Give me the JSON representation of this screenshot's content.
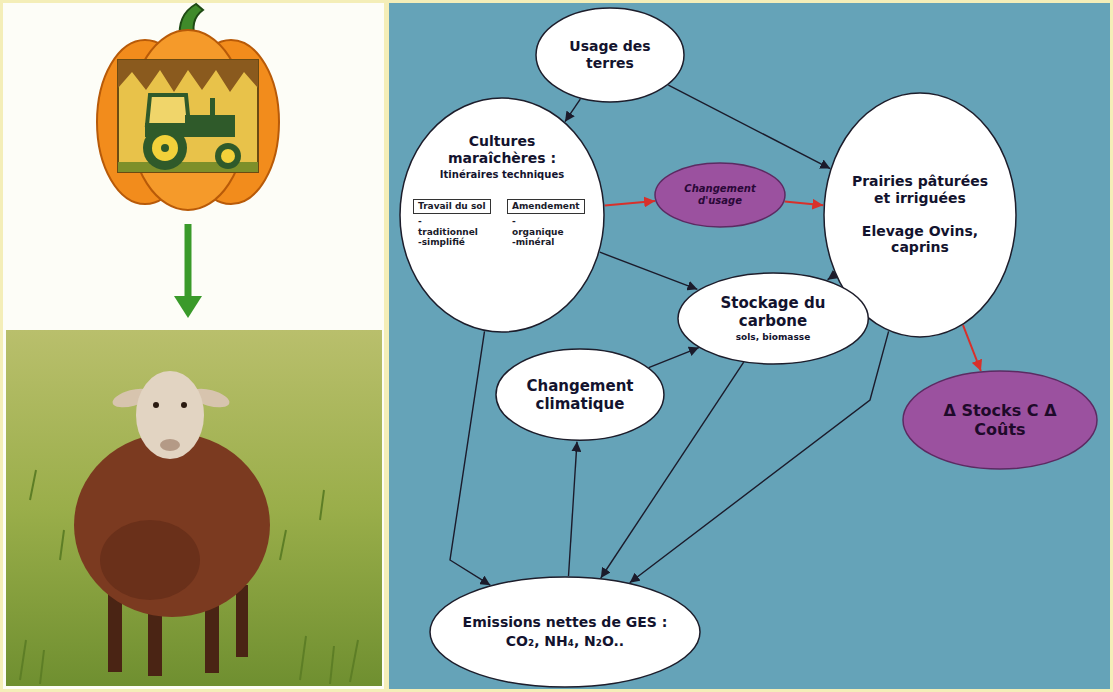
{
  "diagram": {
    "nodes": [
      {
        "text": [
          "Usage des terres"
        ]
      },
      {
        "text": [
          "Cultures maraîchères :",
          "Itinéraires techniques"
        ]
      },
      {
        "text": [
          "Travail du sol",
          "-traditionnel -simplifié"
        ],
        "in": 1
      },
      {
        "text": [
          "Amendement",
          "-organique -minéral"
        ],
        "in": 1
      },
      {
        "text": [
          "Changement d'usage"
        ]
      },
      {
        "text": [
          "Prairies pâturées et irriguées",
          "Elevage Ovins, caprins"
        ]
      },
      {
        "text": [
          "Stockage du carbone",
          "sols, biomasse"
        ]
      },
      {
        "text": [
          "Changement climatique"
        ]
      },
      {
        "text": [
          "Δ Stocks C Δ Coûts"
        ]
      },
      {
        "text": [
          "Emissions nettes de GES :",
          "CO₂, NH₄, N₂O.."
        ]
      }
    ],
    "edges": [
      {
        "from": 0,
        "to": 1,
        "arrow": "to"
      },
      {
        "from": 0,
        "to": 5,
        "arrow": "to"
      },
      {
        "from": 1,
        "to": 2,
        "arrow": "to"
      },
      {
        "from": 1,
        "to": 3,
        "arrow": "to"
      },
      {
        "from": 1,
        "to": 4,
        "arrow": "to"
      },
      {
        "from": 4,
        "to": 5,
        "arrow": "to"
      },
      {
        "from": 1,
        "to": 6,
        "arrow": "to"
      },
      {
        "from": 5,
        "to": 6,
        "arrow": "to"
      },
      {
        "from": 5,
        "to": 8,
        "arrow": "to"
      },
      {
        "from": 1,
        "to": 9,
        "arrow": "to"
      },
      {
        "from": 5,
        "to": 9,
        "arrow": "to"
      },
      {
        "from": 6,
        "to": 9,
        "arrow": "to"
      },
      {
        "from": 9,
        "to": 7,
        "arrow": "to"
      },
      {
        "from": 7,
        "to": 6,
        "arrow": "to"
      }
    ]
  }
}
